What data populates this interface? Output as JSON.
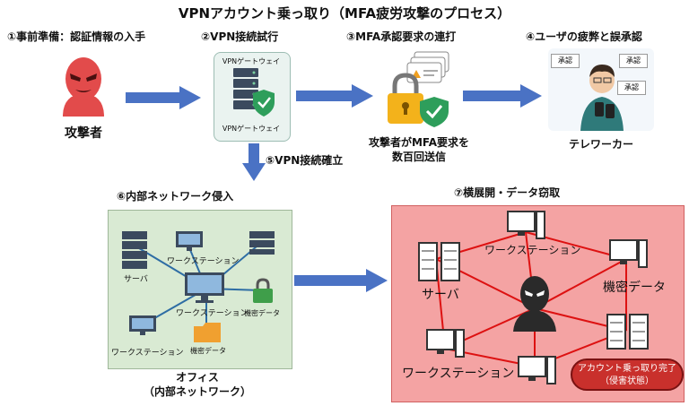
{
  "title": "VPNアカウント乗っ取り（MFA疲労攻撃のプロセス）",
  "steps": {
    "s1": "①事前準備：認証情報の入手",
    "s2": "②VPN接続試行",
    "s3": "③MFA承認要求の連打",
    "s4": "④ユーザの疲弊と誤承認",
    "s5": "⑤VPN接続確立",
    "s6": "⑥内部ネットワーク侵入",
    "s7": "⑦横展開・データ窃取"
  },
  "attacker": {
    "label": "攻撃者"
  },
  "vpn_gateway": {
    "top_label": "VPNゲートウェイ",
    "bottom_label": "VPNゲートウェイ"
  },
  "mfa": {
    "caption_line1": "攻撃者がMFA要求を",
    "caption_line2": "数百回送信"
  },
  "teleworker": {
    "label": "テレワーカー",
    "badge1": "承認",
    "badge2": "承認",
    "badge3": "承認"
  },
  "office": {
    "caption_line1": "オフィス",
    "caption_line2": "（内部ネットワーク）",
    "server": "サーバ",
    "ws_top": "ワークステーション",
    "ws_mid": "ワークステーション",
    "ws_bottom": "ワークステーション",
    "confidential1": "機密データ",
    "confidential2": "機密データ"
  },
  "compromised": {
    "ws_top": "ワークステーション",
    "server": "サーバ",
    "confidential": "機密データ",
    "ws_bottom": "ワークステーション",
    "status_line1": "アカウント乗っ取り完了",
    "status_line2": "（侵害状態）"
  },
  "colors": {
    "arrow": "#4a72c4",
    "attack_bg": "#f4a3a3",
    "office_bg": "#d9ead3",
    "alert_red": "#c9302c"
  }
}
